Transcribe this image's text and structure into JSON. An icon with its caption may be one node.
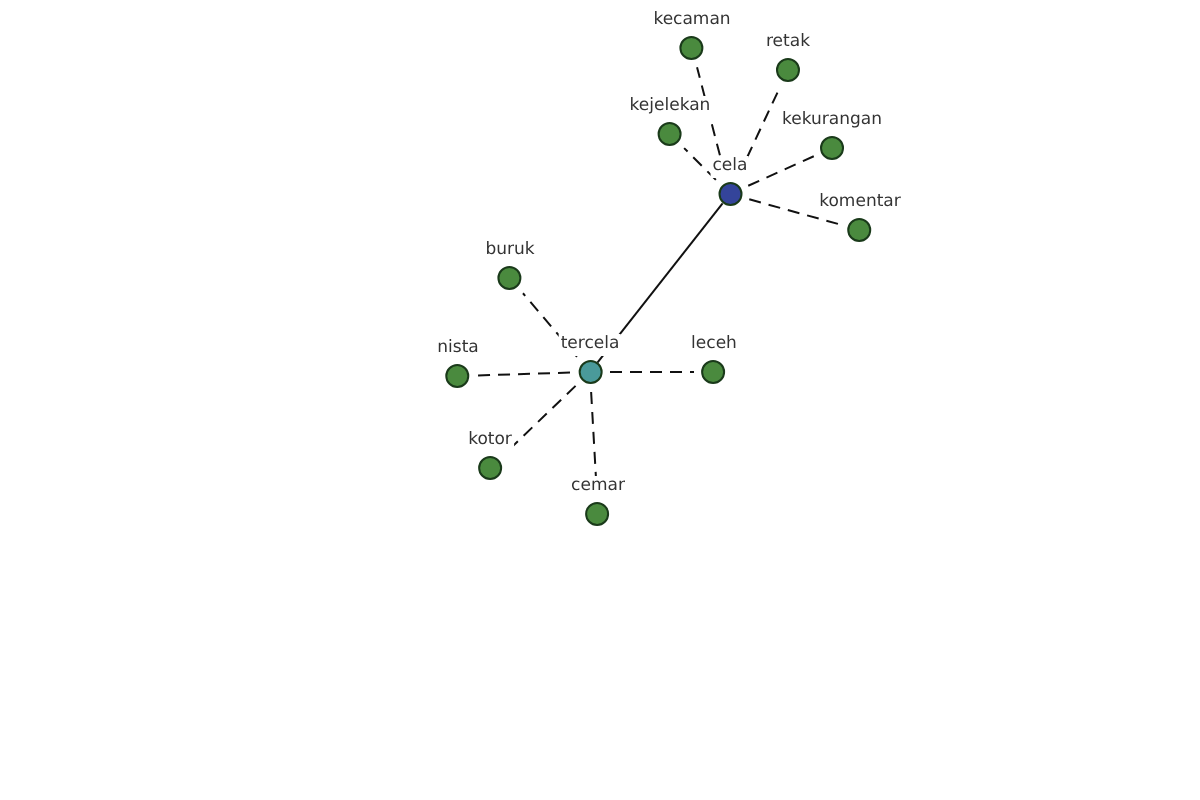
{
  "diagram": {
    "nodes": [
      {
        "text": [
          "kecaman"
        ]
      },
      {
        "text": [
          "retak"
        ]
      },
      {
        "text": [
          "kejelekan"
        ]
      },
      {
        "text": [
          "kekurangan"
        ]
      },
      {
        "text": [
          "cela"
        ]
      },
      {
        "text": [
          "komentar"
        ]
      },
      {
        "text": [
          "buruk"
        ]
      },
      {
        "text": [
          "nista"
        ]
      },
      {
        "text": [
          "tercela"
        ]
      },
      {
        "text": [
          "leceh"
        ]
      },
      {
        "text": [
          "kotor"
        ]
      },
      {
        "text": [
          "cemar"
        ]
      }
    ],
    "edges": [
      {
        "from": 4,
        "to": 8,
        "arrow": "none"
      },
      {
        "from": 4,
        "to": 0,
        "arrow": "none",
        "style": "dashed"
      },
      {
        "from": 4,
        "to": 1,
        "arrow": "none",
        "style": "dashed"
      },
      {
        "from": 4,
        "to": 2,
        "arrow": "none",
        "style": "dashed"
      },
      {
        "from": 4,
        "to": 3,
        "arrow": "none",
        "style": "dashed"
      },
      {
        "from": 4,
        "to": 5,
        "arrow": "none",
        "style": "dashed"
      },
      {
        "from": 8,
        "to": 6,
        "arrow": "none",
        "style": "dashed"
      },
      {
        "from": 8,
        "to": 7,
        "arrow": "none",
        "style": "dashed"
      },
      {
        "from": 8,
        "to": 9,
        "arrow": "none",
        "style": "dashed"
      },
      {
        "from": 8,
        "to": 10,
        "arrow": "none",
        "style": "dashed"
      },
      {
        "from": 8,
        "to": 11,
        "arrow": "none",
        "style": "dashed"
      }
    ]
  }
}
